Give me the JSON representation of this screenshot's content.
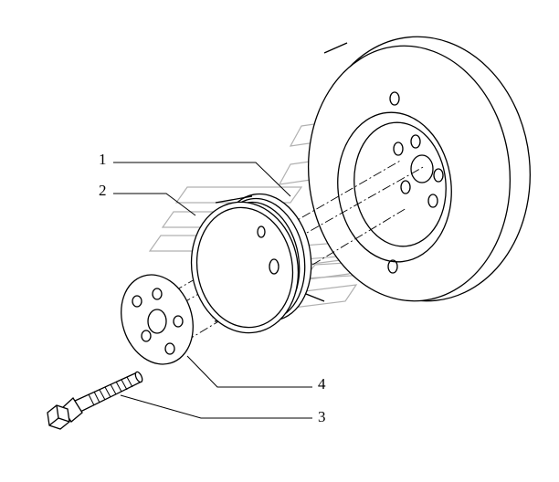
{
  "diagram": {
    "callouts": [
      {
        "id": "1",
        "label": "1"
      },
      {
        "id": "2",
        "label": "2"
      },
      {
        "id": "3",
        "label": "3"
      },
      {
        "id": "4",
        "label": "4"
      }
    ],
    "colors": {
      "line": "#000000",
      "watermark": "#b0b0b0",
      "background": "#ffffff"
    }
  }
}
